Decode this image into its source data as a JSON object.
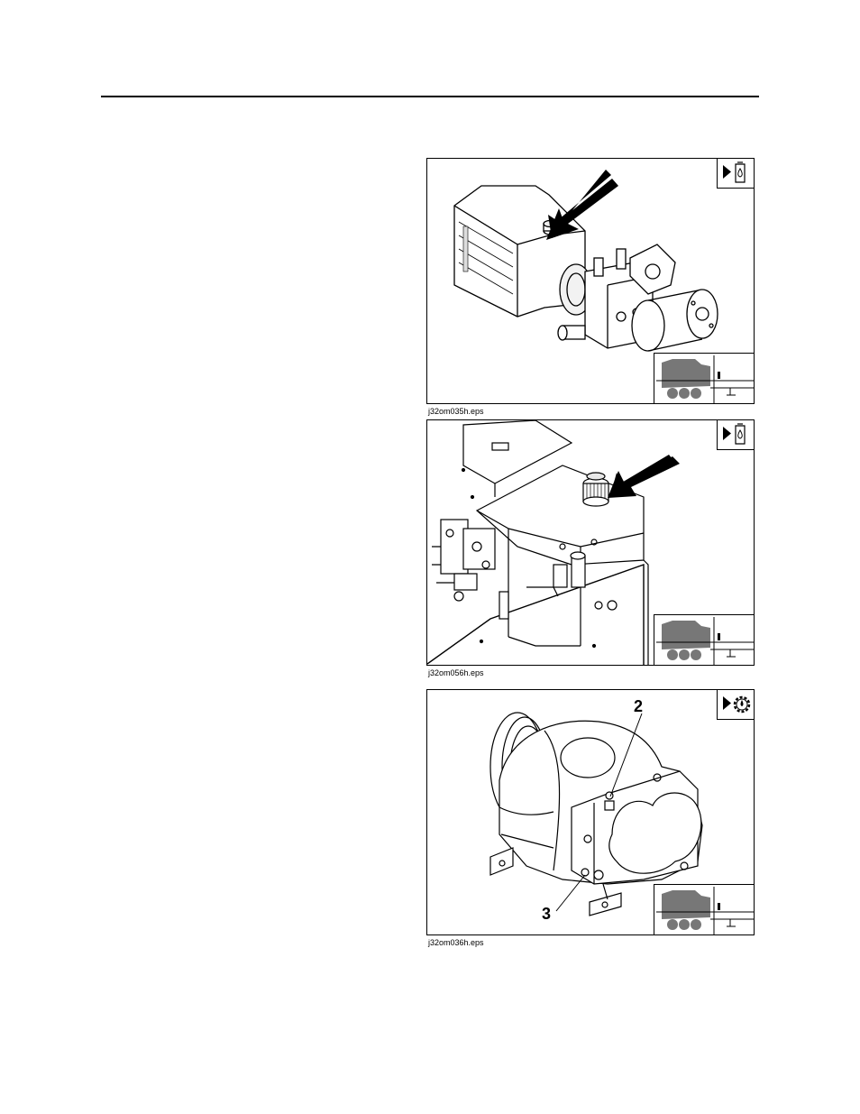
{
  "figures": [
    {
      "caption": "j32om035h.eps",
      "badge_icon": "fluid-drop-icon",
      "callouts": []
    },
    {
      "caption": "j32om056h.eps",
      "badge_icon": "fluid-drop-icon",
      "callouts": []
    },
    {
      "caption": "j32om036h.eps",
      "badge_icon": "gear-oil-icon",
      "callouts": [
        {
          "label": "2"
        },
        {
          "label": "3"
        }
      ]
    }
  ]
}
